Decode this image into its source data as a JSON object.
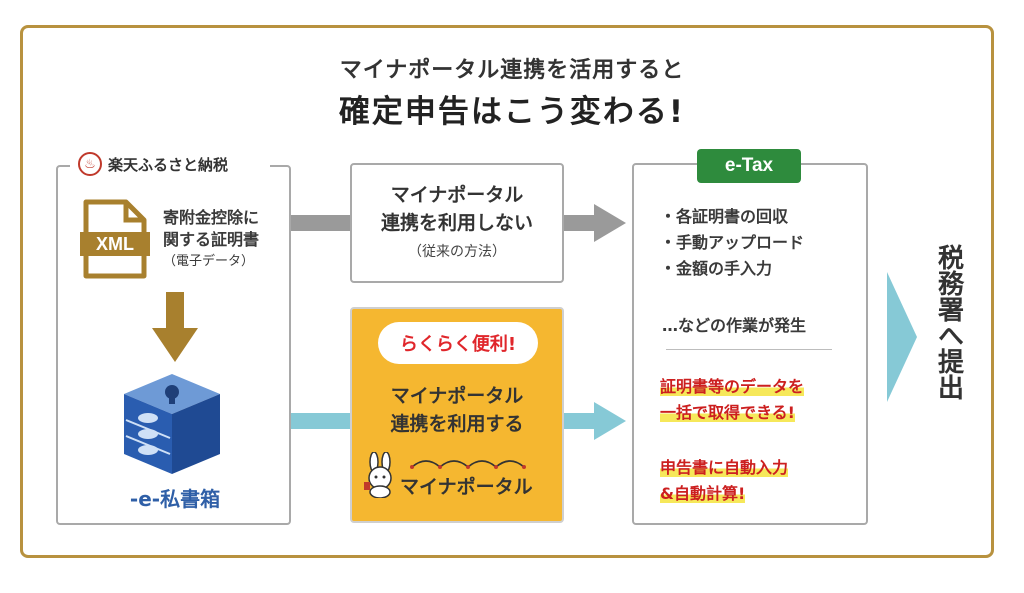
{
  "title": {
    "line1": "マイナポータル連携を活用すると",
    "line2": "確定申告はこう変わる!"
  },
  "source": {
    "brand": "楽天ふるさと納税",
    "file_type": "XML",
    "document_label": "寄附金控除に\n関する証明書",
    "document_sub": "（電子データ）",
    "inbox_label": "-e-私書箱"
  },
  "paths": {
    "without": {
      "label": "マイナポータル\n連携を利用しない",
      "sub": "（従来の方法）"
    },
    "with": {
      "badge": "らくらく便利!",
      "label": "マイナポータル\n連携を利用する",
      "logo_text": "マイナポータル"
    }
  },
  "etax": {
    "badge": "e-Tax",
    "items": [
      "・各証明書の回収",
      "・手動アップロード",
      "・金額の手入力"
    ],
    "note": "…などの作業が発生",
    "benefit1": [
      "証明書等のデータを",
      "一括で取得できる!"
    ],
    "benefit2": [
      "申告書に自動入力",
      "&自動計算!"
    ]
  },
  "destination": "税務署へ提出",
  "colors": {
    "frame": "#b8923f",
    "etax_green": "#2e8b3d",
    "highlight_yellow": "#f5b730",
    "arrow_blue": "#86c9d6",
    "arrow_gray": "#9a9a9a",
    "arrow_brown": "#a8802e",
    "accent_red": "#cc1f1f"
  }
}
